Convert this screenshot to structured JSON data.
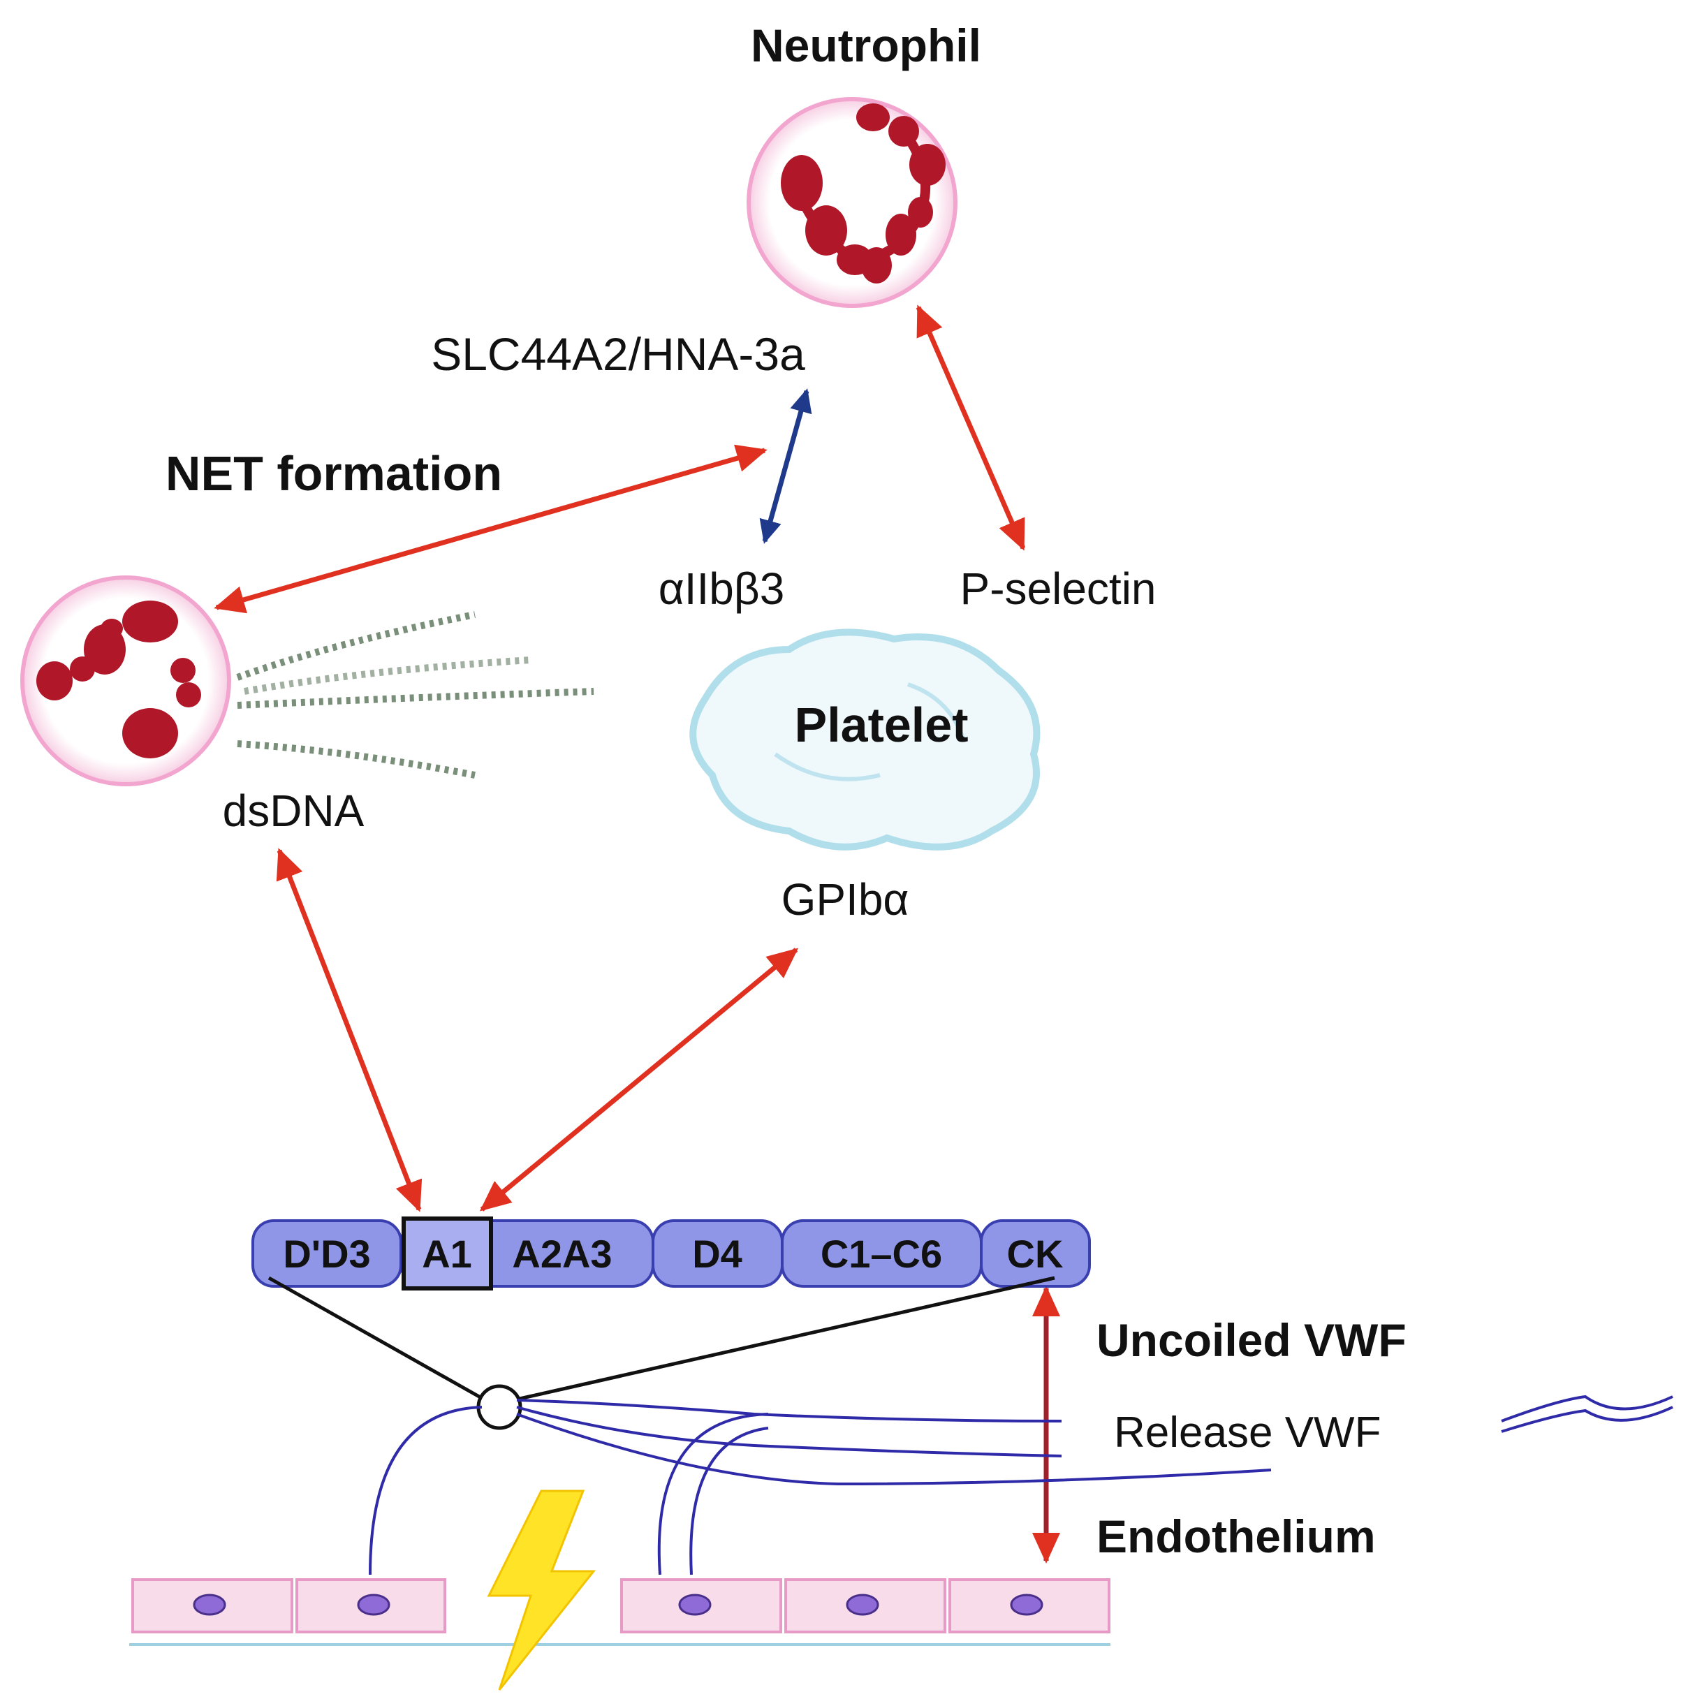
{
  "labels": {
    "neutrophil": "Neutrophil",
    "slc": "SLC44A2/HNA-3a",
    "net_formation": "NET formation",
    "aiib": "αIIbβ3",
    "pselectin": "P-selectin",
    "platelet": "Platelet",
    "dsdna": "dsDNA",
    "gpib": "GPIbα",
    "uncoiled": "Uncoiled VWF",
    "release": "Release VWF",
    "endothelium": "Endothelium"
  },
  "vwf_domains": [
    "D'D3",
    "A1",
    "A2A3",
    "D4",
    "C1–C6",
    "CK"
  ],
  "colors": {
    "red_arrow": "#e03020",
    "dark_red_arrow": "#a0202a",
    "blue_arrow": "#1f3a8a",
    "nucleus": "#b0182a",
    "membrane": "#f2a6cf",
    "platelet": "#a9dbe9",
    "domain_fill": "#8f96e8",
    "vwf_strand": "#2e2aa8",
    "bolt": "#ffe326",
    "cell_fill": "#f9dcea",
    "cell_nucleus": "#8e6bd6",
    "dna": "#7a8f7a"
  }
}
